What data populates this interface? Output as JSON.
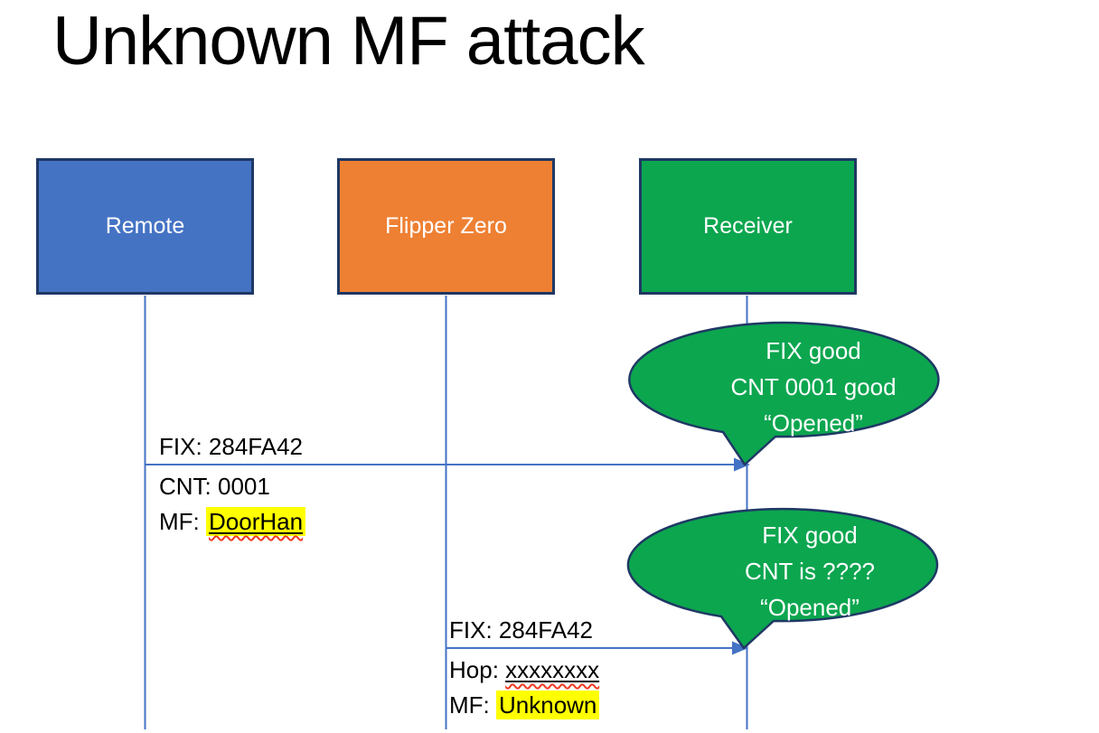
{
  "title": "Unknown MF attack",
  "actors": {
    "remote": {
      "label": "Remote",
      "fill": "#4573C4"
    },
    "flipper": {
      "label": "Flipper Zero",
      "fill": "#EE8033"
    },
    "receiver": {
      "label": "Receiver",
      "fill": "#0CA64F"
    }
  },
  "messages": [
    {
      "from": "remote",
      "to": "receiver",
      "label_above": "FIX: 284FA42",
      "line2": "CNT: 0001",
      "line3_prefix": "MF: ",
      "line3_value": "DoorHan",
      "line3_style": "yellow-highlight underline red-squiggle"
    },
    {
      "from": "flipper",
      "to": "receiver",
      "label_above": "FIX: 284FA42",
      "line2_prefix": "Hop: ",
      "line2_value": "xxxxxxxx",
      "line2_style": "underline red-squiggle",
      "line3_prefix": "MF: ",
      "line3_value": "Unknown",
      "line3_style": "yellow-highlight"
    }
  ],
  "bubbles": [
    {
      "speaker": "receiver",
      "line1": "FIX good",
      "line2": "CNT 0001 good",
      "line3": "“Opened”"
    },
    {
      "speaker": "receiver",
      "line1": "FIX good",
      "line2": "CNT is ????",
      "line3": "“Opened”"
    }
  ],
  "colors": {
    "box_border": "#1F3864",
    "line_blue": "#4472C4",
    "bubble_green": "#0CA64F",
    "highlight_yellow": "#FFFF00",
    "squiggle_red": "#F03A21",
    "actor_text": "#FFFFFF",
    "bubble_text": "#FFFFFF",
    "title_text": "#000000"
  }
}
